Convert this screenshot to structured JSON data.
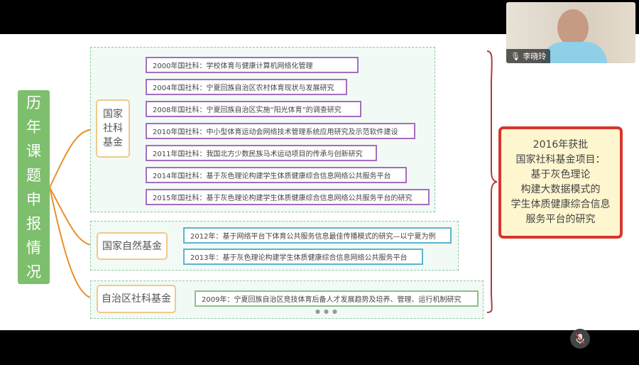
{
  "title_chars": [
    "历",
    "年",
    "课",
    "题",
    "申",
    "报",
    "情",
    "况"
  ],
  "groups": {
    "social": {
      "label": "国家社科基金",
      "items": [
        "2000年国社科：学校体育与健康计算机网络化管理",
        "2004年国社科：宁夏回族自治区农村体育现状与发展研究",
        "2008年国社科：宁夏回族自治区实施“阳光体育”的调查研究",
        "2010年国社科：中小型体育运动会网络技术管理系统应用研究及示范软件建设",
        "2011年国社科：我国北方少数民族马术运动项目的传承与创新研究",
        "2014年国社科：基于灰色理论构建学生体质健康综合信息网络公共服务平台",
        "2015年国社科：基于灰色理论构建学生体质健康综合信息网络公共服务平台的研究"
      ]
    },
    "natural": {
      "label": "国家自然基金",
      "items": [
        "2012年：基于网络平台下体育公共服务信息最佳传播模式的研究—以宁夏为例",
        "2013年：基于灰色理论构建学生体质健康综合信息网络公共服务平台"
      ]
    },
    "region": {
      "label": "自治区社科基金",
      "items": [
        "2009年：宁夏回族自治区竞技体育后备人才发展趋势及培养、管理、运行机制研究"
      ]
    }
  },
  "highlight": [
    "2016年获批",
    "国家社科基金项目：",
    "基于灰色理论",
    "构建大数据模式的",
    "学生体质健康综合信息",
    "服务平台的研究"
  ],
  "video": {
    "participant_name": "李晓玲"
  },
  "colors": {
    "title_bg": "#7dbf6d",
    "highlight_border": "#d9352b",
    "purple": "#a56dc0",
    "blue": "#5bb4cc"
  }
}
